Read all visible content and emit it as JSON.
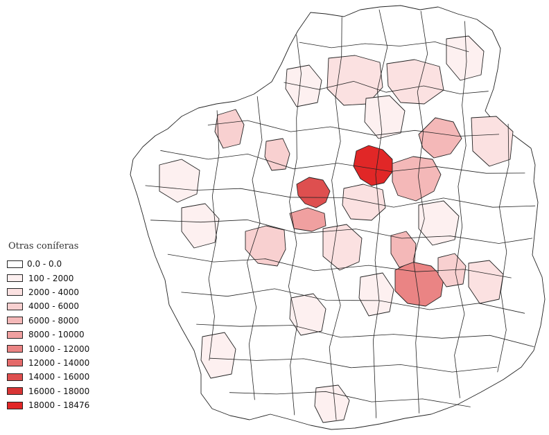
{
  "legend": {
    "title": "Otras coníferas",
    "items": [
      {
        "label": "0.0 - 0.0",
        "color": "#ffffff"
      },
      {
        "label": "100 - 2000",
        "color": "#fdf0f0"
      },
      {
        "label": "2000 - 4000",
        "color": "#fbe1e1"
      },
      {
        "label": "4000 - 6000",
        "color": "#f8d0d0"
      },
      {
        "label": "6000 - 8000",
        "color": "#f4b8b8"
      },
      {
        "label": "8000 - 10000",
        "color": "#f0a0a0"
      },
      {
        "label": "10000 - 12000",
        "color": "#ea8484"
      },
      {
        "label": "12000 - 14000",
        "color": "#e46a6a"
      },
      {
        "label": "14000 - 16000",
        "color": "#de4f4f"
      },
      {
        "label": "16000 - 18000",
        "color": "#d83535"
      },
      {
        "label": "18000 - 18476",
        "color": "#e12727"
      }
    ]
  },
  "map": {
    "region_name": "",
    "outline_color": "#222222"
  }
}
